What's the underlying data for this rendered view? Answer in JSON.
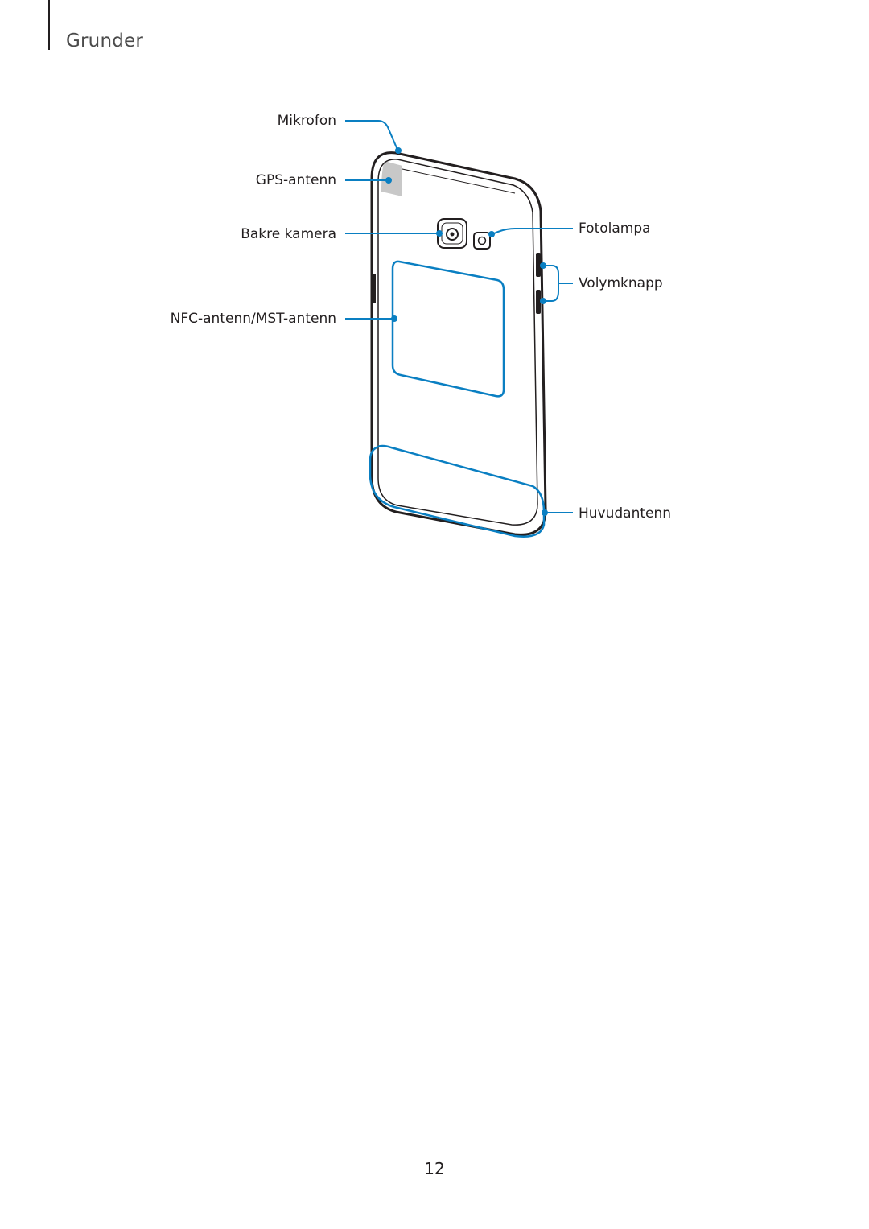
{
  "header": {
    "section_title": "Grunder"
  },
  "figure": {
    "callouts": {
      "microphone": "Mikrofon",
      "gps_antenna": "GPS-antenn",
      "rear_camera": "Bakre kamera",
      "nfc_mst_antenna": "NFC-antenn/MST-antenn",
      "flash": "Fotolampa",
      "volume_key": "Volymknapp",
      "main_antenna": "Huvudantenn"
    },
    "colors": {
      "callout_line": "#0a7fc2",
      "device_outline": "#231f20",
      "gps_patch": "#c8c8c8"
    }
  },
  "footer": {
    "page_number": "12"
  }
}
